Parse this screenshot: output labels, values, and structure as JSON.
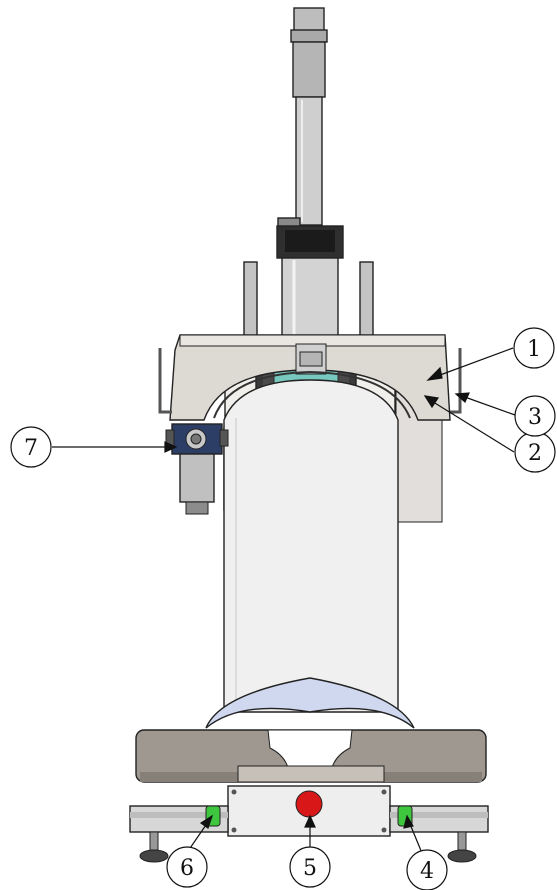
{
  "colors": {
    "screen": "#77c9c0",
    "emergency_stop": "#e0201c",
    "green_button": "#3fc63f",
    "start_button": "#d81818",
    "frame": "#f1efec",
    "steel": "#c9c9c9",
    "hood": "#ddd9d3",
    "platen": "#9e9890",
    "pad": "#cfd8ef"
  },
  "callouts": [
    {
      "id": "1",
      "label": "1"
    },
    {
      "id": "2",
      "label": "2"
    },
    {
      "id": "3",
      "label": "3"
    },
    {
      "id": "4",
      "label": "4"
    },
    {
      "id": "5",
      "label": "5"
    },
    {
      "id": "6",
      "label": "6"
    },
    {
      "id": "7",
      "label": "7"
    }
  ]
}
